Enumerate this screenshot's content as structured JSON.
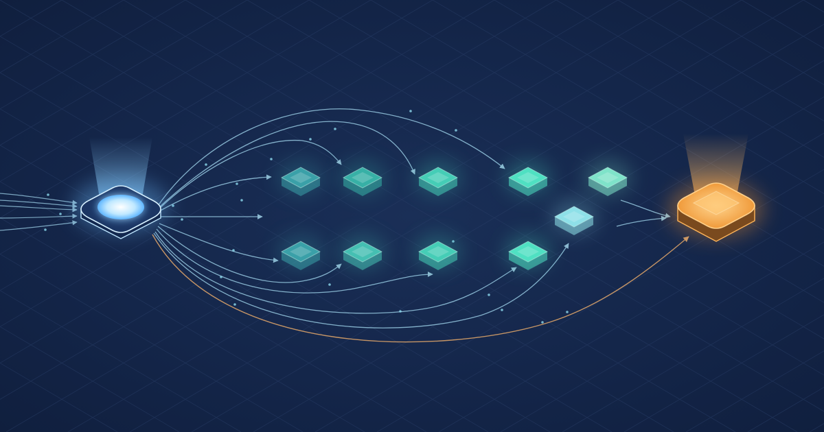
{
  "diagram": {
    "source": {
      "kind": "source-node",
      "color": "#bfe6ff",
      "glow": "#7cc4ff"
    },
    "sink": {
      "kind": "sink-node",
      "color": "#ffb55a",
      "glow": "#ff9a2e"
    },
    "intermediate_nodes": [
      {
        "row": "upper",
        "color": "#3aa0a8"
      },
      {
        "row": "upper",
        "color": "#37b0a6"
      },
      {
        "row": "upper",
        "color": "#45cdb6"
      },
      {
        "row": "upper",
        "color": "#4fe0c2"
      },
      {
        "row": "upper",
        "color": "#7fe3c9"
      },
      {
        "row": "middle",
        "color": "#8ee0e8"
      },
      {
        "row": "lower",
        "color": "#3aa0a8"
      },
      {
        "row": "lower",
        "color": "#45bfb2"
      },
      {
        "row": "lower",
        "color": "#45cdb6"
      },
      {
        "row": "lower",
        "color": "#4fe0c2"
      }
    ],
    "edge_color": "#9fd3ea",
    "sink_edge_color": "#e6a96a",
    "background": "#14264a",
    "grid_color": "#2a3f68"
  }
}
